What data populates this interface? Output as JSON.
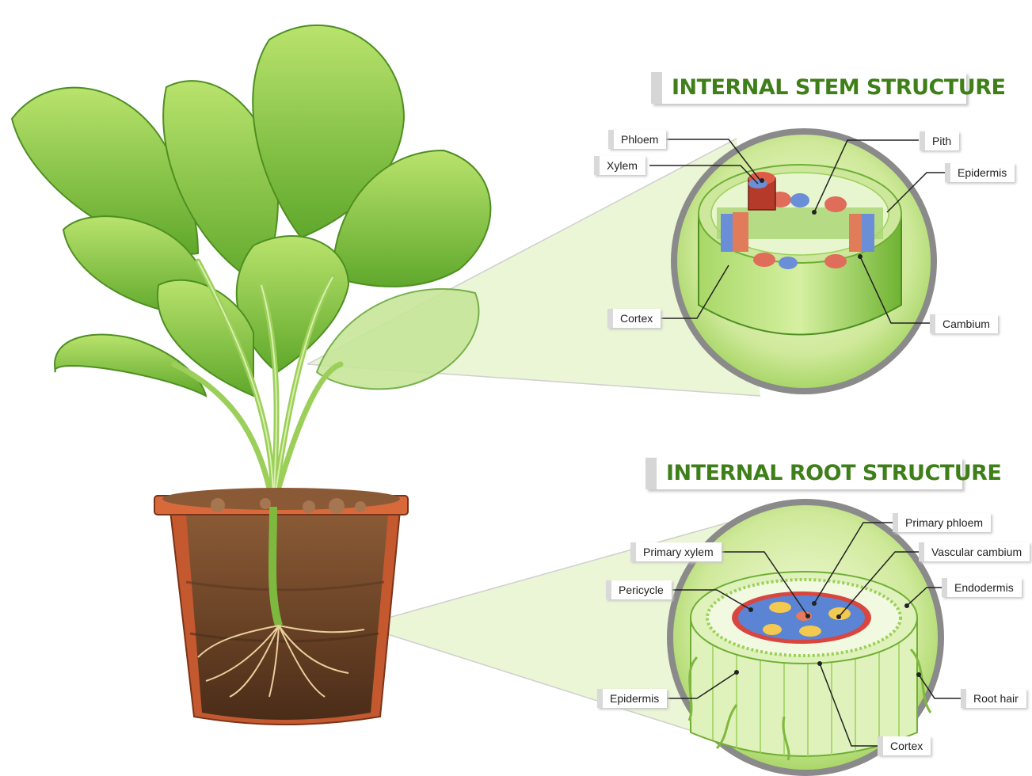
{
  "stem": {
    "title": "INTERNAL STEM STRUCTURE",
    "labels": {
      "phloem": "Phloem",
      "xylem": "Xylem",
      "pith": "Pith",
      "epidermis": "Epidermis",
      "cortex": "Cortex",
      "cambium": "Cambium"
    }
  },
  "root": {
    "title": "INTERNAL ROOT STRUCTURE",
    "labels": {
      "primary_phloem": "Primary phloem",
      "primary_xylem": "Primary xylem",
      "vascular_cambium": "Vascular cambium",
      "pericycle": "Pericycle",
      "endodermis": "Endodermis",
      "epidermis": "Epidermis",
      "root_hair": "Root hair",
      "cortex": "Cortex"
    }
  },
  "colors": {
    "title_green": "#3f7f1a",
    "leaf_green": "#7fc23a",
    "soil_brown": "#6b4326",
    "pot_orange": "#cf6a3a",
    "xylem_red": "#e06c5a",
    "phloem_blue": "#6b8fd6"
  }
}
